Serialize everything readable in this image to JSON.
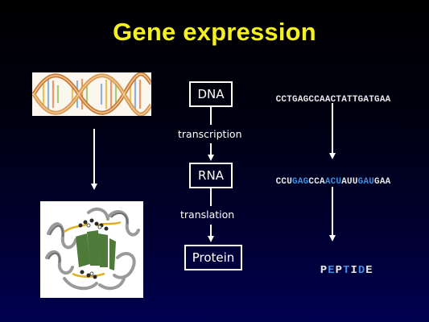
{
  "title": "Gene expression",
  "flow": {
    "dna_label": "DNA",
    "rna_label": "RNA",
    "protein_label": "Protein",
    "transcription_label": "transcription",
    "translation_label": "translation"
  },
  "sequences": {
    "dna": [
      {
        "text": "CCTGAGCCAACTATTGATGAA",
        "color": "#e8e8e8"
      }
    ],
    "rna": [
      {
        "text": "CCU",
        "color": "#e8e8e8"
      },
      {
        "text": "GAG",
        "color": "#3a8fe0"
      },
      {
        "text": "CCA",
        "color": "#e8e8e8"
      },
      {
        "text": "ACU",
        "color": "#3a8fe0"
      },
      {
        "text": "AUU",
        "color": "#e8e8e8"
      },
      {
        "text": "GAU",
        "color": "#3a8fe0"
      },
      {
        "text": "GAA",
        "color": "#e8e8e8"
      }
    ],
    "peptide": [
      {
        "text": "P",
        "color": "#e8e8e8"
      },
      {
        "text": "E",
        "color": "#3a8fe0"
      },
      {
        "text": "P",
        "color": "#e8e8e8"
      },
      {
        "text": "T",
        "color": "#3a8fe0"
      },
      {
        "text": "I",
        "color": "#e8e8e8"
      },
      {
        "text": "D",
        "color": "#3a8fe0"
      },
      {
        "text": "E",
        "color": "#e8e8e8"
      }
    ]
  },
  "colors": {
    "title": "#f5f020",
    "highlight": "#3a8fe0",
    "text": "#e8e8e8"
  }
}
